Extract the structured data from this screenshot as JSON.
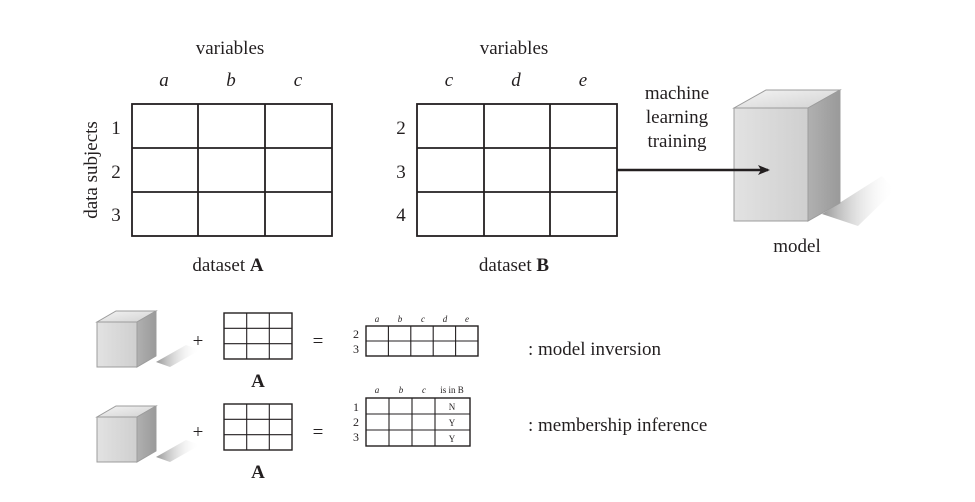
{
  "dataset_a": {
    "header": "variables",
    "columns": [
      "a",
      "b",
      "c"
    ],
    "row_axis_label": "data subjects",
    "rows": [
      "1",
      "2",
      "3"
    ],
    "caption_prefix": "dataset ",
    "caption_name": "A"
  },
  "dataset_b": {
    "header": "variables",
    "columns": [
      "c",
      "d",
      "e"
    ],
    "rows": [
      "2",
      "3",
      "4"
    ],
    "caption_prefix": "dataset ",
    "caption_name": "B"
  },
  "training": {
    "lines": [
      "machine",
      "learning",
      "training"
    ]
  },
  "model": {
    "label": "model"
  },
  "inversion": {
    "plus": "+",
    "equals": "=",
    "grid_label": "A",
    "result_columns": [
      "a",
      "b",
      "c",
      "d",
      "e"
    ],
    "result_rows": [
      "2",
      "3"
    ],
    "description": ": model inversion"
  },
  "membership": {
    "plus": "+",
    "equals": "=",
    "grid_label": "A",
    "result_columns": [
      "a",
      "b",
      "c"
    ],
    "result_extra_column": "is in B",
    "result_rows": [
      "1",
      "2",
      "3"
    ],
    "result_values": [
      "N",
      "Y",
      "Y"
    ],
    "description": ": membership inference"
  }
}
